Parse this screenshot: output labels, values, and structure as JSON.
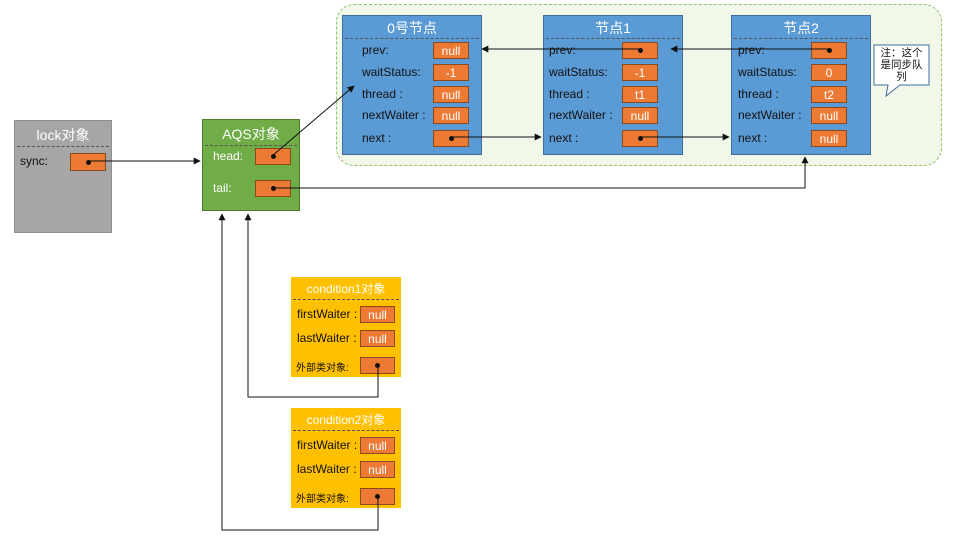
{
  "lock": {
    "title": "lock对象",
    "sync_label": "sync:"
  },
  "aqs": {
    "title": "AQS对象",
    "head_label": "head:",
    "tail_label": "tail:"
  },
  "fields": {
    "prev": "prev:",
    "waitStatus": "waitStatus:",
    "thread": "thread :",
    "nextWaiter": "nextWaiter :",
    "next": "next :",
    "firstWaiter": "firstWaiter :",
    "lastWaiter": "lastWaiter :",
    "outer": "外部类对象:"
  },
  "nodes": [
    {
      "title": "0号节点",
      "prev": "null",
      "waitStatus": "-1",
      "thread": "null",
      "nextWaiter": "null"
    },
    {
      "title": "节点1",
      "waitStatus": "-1",
      "thread": "t1",
      "nextWaiter": "null"
    },
    {
      "title": "节点2",
      "waitStatus": "0",
      "thread": "t2",
      "nextWaiter": "null",
      "next": "null"
    }
  ],
  "conditions": [
    {
      "title": "condition1对象",
      "firstWaiter": "null",
      "lastWaiter": "null"
    },
    {
      "title": "condition2对象",
      "firstWaiter": "null",
      "lastWaiter": "null"
    }
  ],
  "note": {
    "line1": "注：这个",
    "line2": "是同步队",
    "line3": "列"
  },
  "colors": {
    "node_fill": "#5b9bd5",
    "slot_fill": "#ec7a35",
    "aqs_fill": "#70ad47",
    "lock_fill": "#a6a6a6",
    "condition_fill": "#ffc000",
    "queue_area_fill": "#f1f8ea",
    "queue_area_border": "#8cc46a"
  }
}
